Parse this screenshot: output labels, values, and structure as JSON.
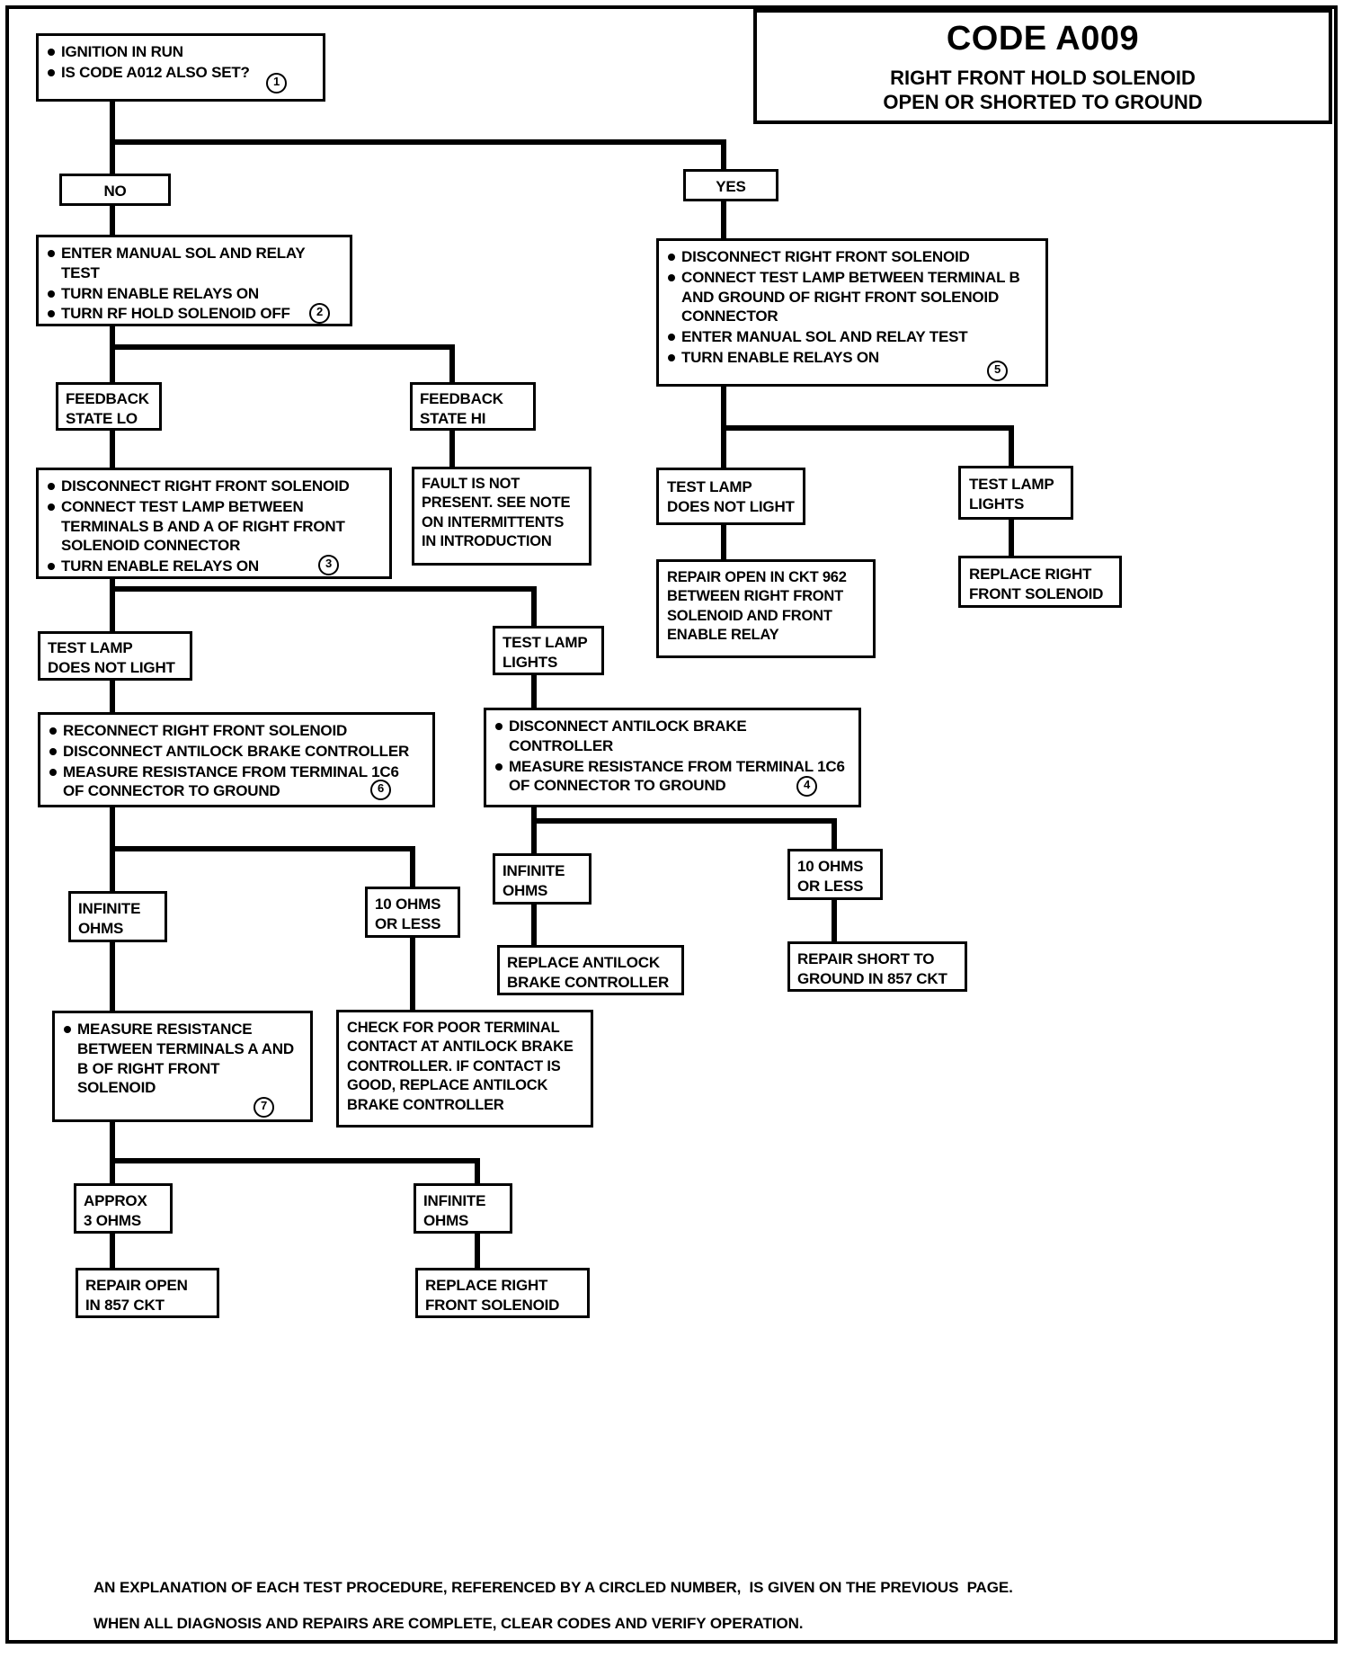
{
  "title": {
    "code": "CODE A009",
    "subtitle": "RIGHT FRONT HOLD SOLENOID\nOPEN OR SHORTED TO GROUND"
  },
  "nodes": {
    "start": {
      "lines": [
        "IGNITION IN RUN",
        "IS CODE A012 ALSO SET?"
      ],
      "ref": "1"
    },
    "branch_no": {
      "label": "NO"
    },
    "branch_yes": {
      "label": "YES"
    },
    "manual_test": {
      "lines": [
        "ENTER MANUAL SOL AND RELAY\nTEST",
        "TURN ENABLE RELAYS ON",
        "TURN RF HOLD SOLENOID OFF"
      ],
      "ref": "2"
    },
    "feedback_lo": {
      "label": "FEEDBACK\nSTATE LO"
    },
    "feedback_hi": {
      "label": "FEEDBACK\nSTATE HI"
    },
    "fault_not_present": {
      "label": "FAULT IS NOT\nPRESENT. SEE NOTE\nON INTERMITTENTS\nIN INTRODUCTION"
    },
    "disconnect_sol_lamp_ab": {
      "lines": [
        "DISCONNECT RIGHT FRONT SOLENOID",
        "CONNECT TEST LAMP BETWEEN\nTERMINALS B AND A OF RIGHT FRONT\nSOLENOID CONNECTOR",
        "TURN ENABLE RELAYS ON"
      ],
      "ref": "3"
    },
    "lamp_no_light_left": {
      "label": "TEST LAMP\nDOES NOT LIGHT"
    },
    "lamp_lights_mid": {
      "label": "TEST LAMP\nLIGHTS"
    },
    "reconnect_measure": {
      "lines": [
        "RECONNECT RIGHT FRONT SOLENOID",
        "DISCONNECT ANTILOCK BRAKE CONTROLLER",
        "MEASURE RESISTANCE FROM TERMINAL 1C6\nOF CONNECTOR TO GROUND"
      ],
      "ref": "6"
    },
    "disconnect_measure": {
      "lines": [
        "DISCONNECT ANTILOCK BRAKE\nCONTROLLER",
        "MEASURE RESISTANCE FROM TERMINAL 1C6\nOF CONNECTOR TO GROUND"
      ],
      "ref": "4"
    },
    "infinite_ohms_a": {
      "label": "INFINITE\nOHMS"
    },
    "ten_ohms_a": {
      "label": "10 OHMS\nOR LESS"
    },
    "infinite_ohms_b": {
      "label": "INFINITE\nOHMS"
    },
    "ten_ohms_b": {
      "label": "10 OHMS\nOR LESS"
    },
    "replace_controller": {
      "label": "REPLACE ANTILOCK\nBRAKE CONTROLLER"
    },
    "repair_short_857": {
      "label": "REPAIR SHORT TO\nGROUND IN 857 CKT"
    },
    "measure_ab": {
      "lines": [
        "MEASURE RESISTANCE\nBETWEEN TERMINALS A AND\nB OF RIGHT FRONT\nSOLENOID"
      ],
      "ref": "7"
    },
    "check_poor_terminal": {
      "label": "CHECK FOR POOR TERMINAL\nCONTACT AT ANTILOCK BRAKE\nCONTROLLER. IF CONTACT IS\nGOOD, REPLACE ANTILOCK\nBRAKE CONTROLLER"
    },
    "approx_3_ohms": {
      "label": "APPROX\n3 OHMS"
    },
    "infinite_ohms_c": {
      "label": "INFINITE\nOHMS"
    },
    "repair_open_857": {
      "label": "REPAIR OPEN\nIN 857 CKT"
    },
    "replace_rf_solenoid_bottom": {
      "label": "REPLACE RIGHT\nFRONT SOLENOID"
    },
    "yes_procedure": {
      "lines": [
        "DISCONNECT RIGHT FRONT SOLENOID",
        "CONNECT TEST LAMP BETWEEN TERMINAL B\nAND GROUND OF RIGHT FRONT SOLENOID\nCONNECTOR",
        "ENTER MANUAL SOL AND RELAY TEST",
        "TURN ENABLE RELAYS ON"
      ],
      "ref": "5"
    },
    "lamp_no_light_right": {
      "label": "TEST LAMP\nDOES NOT LIGHT"
    },
    "lamp_lights_right": {
      "label": "TEST LAMP\nLIGHTS"
    },
    "repair_open_962": {
      "label": "REPAIR OPEN IN CKT 962\nBETWEEN RIGHT FRONT\nSOLENOID AND FRONT\nENABLE RELAY"
    },
    "replace_rf_solenoid_right": {
      "label": "REPLACE RIGHT\nFRONT SOLENOID"
    }
  },
  "footer": {
    "line1": "AN EXPLANATION OF EACH TEST PROCEDURE, REFERENCED BY A CIRCLED NUMBER,  IS GIVEN ON THE PREVIOUS  PAGE.",
    "line2": "WHEN ALL DIAGNOSIS AND REPAIRS ARE COMPLETE, CLEAR CODES AND VERIFY OPERATION."
  },
  "colors": {
    "ink": "#000000",
    "paper": "#ffffff"
  }
}
